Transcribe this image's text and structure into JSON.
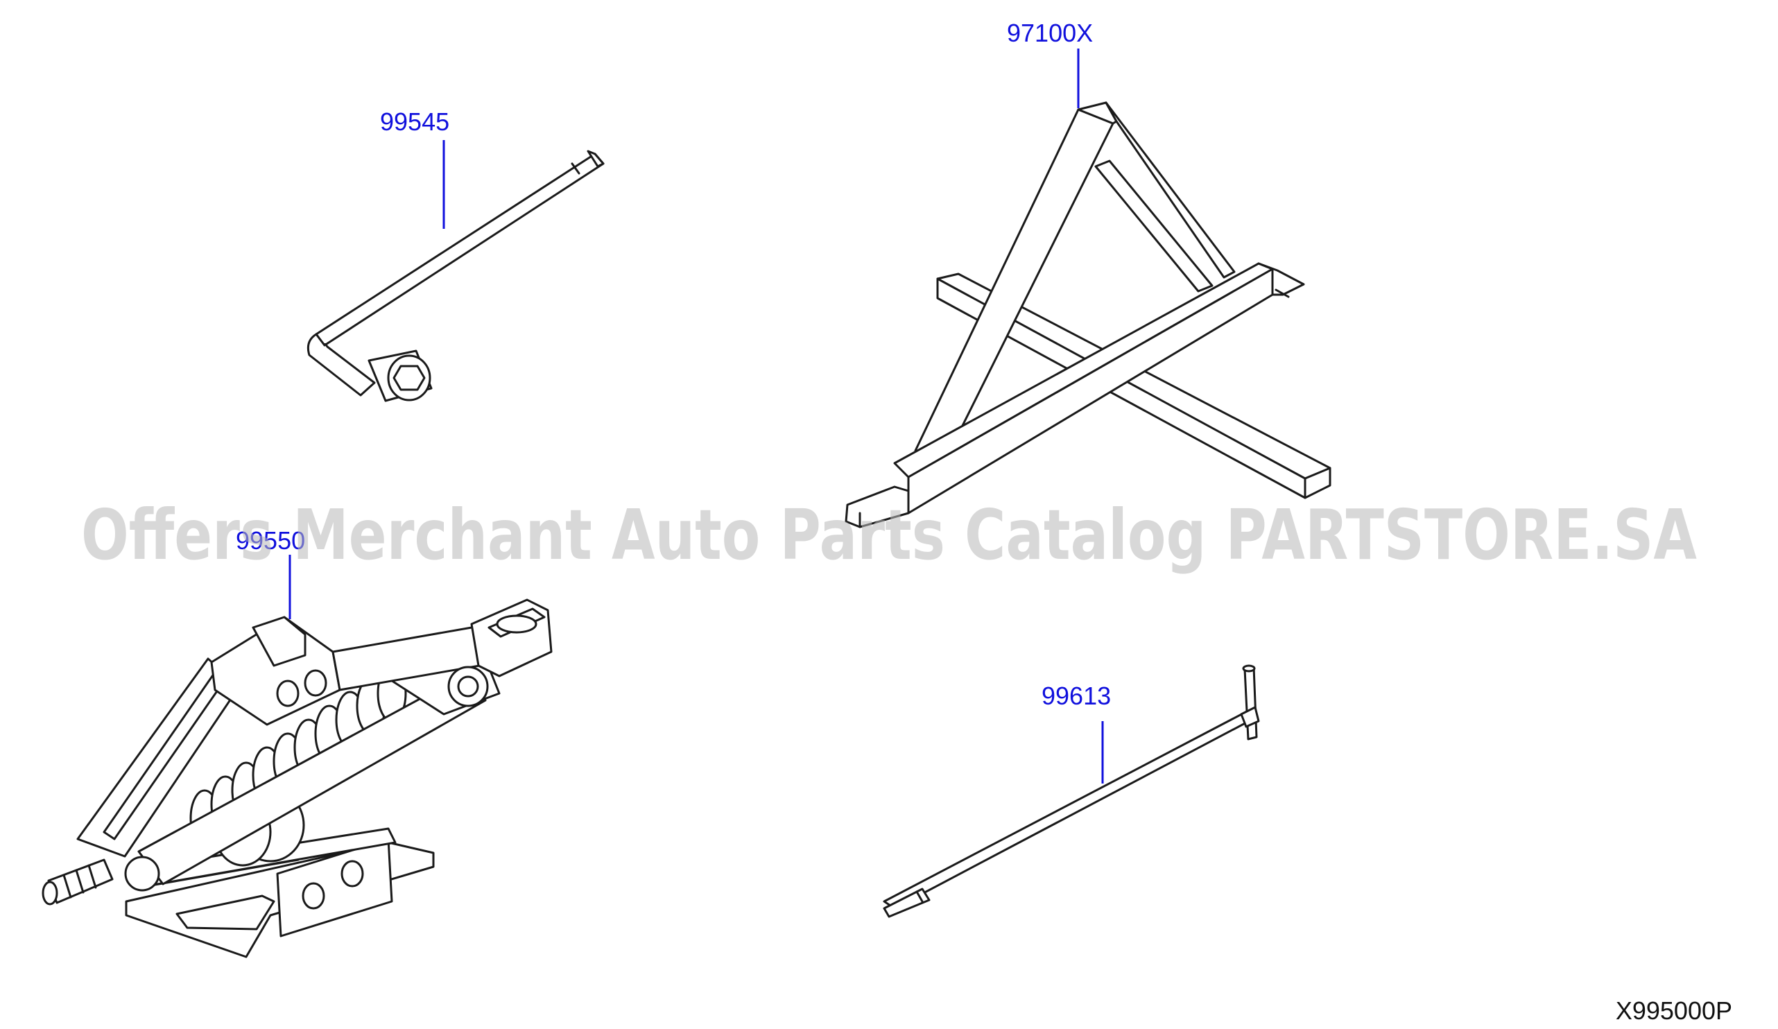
{
  "diagram": {
    "parts": [
      {
        "id": "wheel-wrench",
        "number": "99545"
      },
      {
        "id": "jack-stand",
        "number": "97100X"
      },
      {
        "id": "scissor-jack",
        "number": "99550"
      },
      {
        "id": "jack-handle",
        "number": "99613"
      }
    ],
    "watermark": "Offers Merchant Auto Parts Catalog PARTSTORE.SA",
    "figure_code": "X995000P",
    "colors": {
      "label": "#1010dd",
      "line_art": "#1a1a1a",
      "watermark": "#b8b8b8"
    }
  }
}
